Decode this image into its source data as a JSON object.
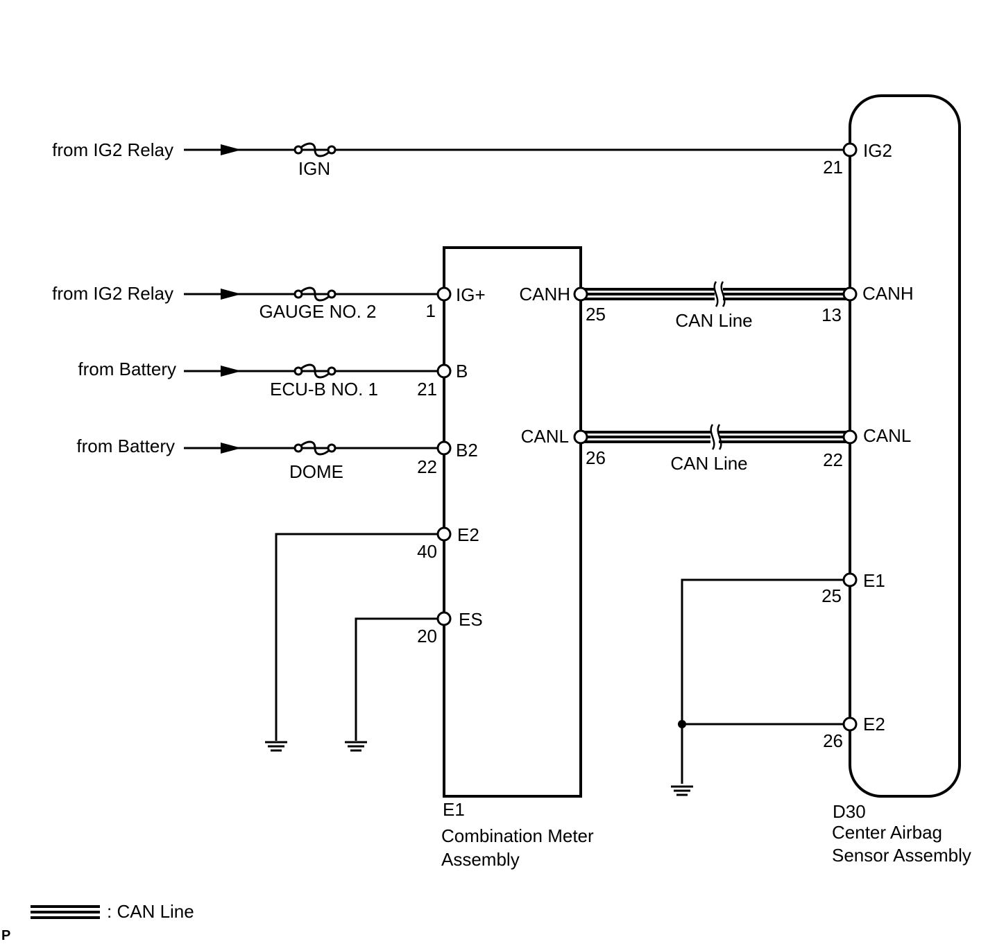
{
  "inputs": [
    {
      "source": "from IG2 Relay",
      "fuse": "IGN"
    },
    {
      "source": "from IG2 Relay",
      "fuse": "GAUGE NO. 2"
    },
    {
      "source": "from Battery",
      "fuse": "ECU-B NO. 1"
    },
    {
      "source": "from Battery",
      "fuse": "DOME"
    }
  ],
  "e1": {
    "connector": "E1",
    "name_line1": "Combination Meter",
    "name_line2": "Assembly",
    "pins": [
      {
        "name": "IG+",
        "number": "1"
      },
      {
        "name": "B",
        "number": "21"
      },
      {
        "name": "B2",
        "number": "22"
      },
      {
        "name": "E2",
        "number": "40"
      },
      {
        "name": "ES",
        "number": "20"
      },
      {
        "name": "CANH",
        "number": "25"
      },
      {
        "name": "CANL",
        "number": "26"
      }
    ]
  },
  "d30": {
    "connector": "D30",
    "name_line1": "Center Airbag",
    "name_line2": "Sensor Assembly",
    "pins": [
      {
        "name": "IG2",
        "number": "21"
      },
      {
        "name": "CANH",
        "number": "13"
      },
      {
        "name": "CANL",
        "number": "22"
      },
      {
        "name": "E1",
        "number": "25"
      },
      {
        "name": "E2",
        "number": "26"
      }
    ]
  },
  "can_lines": [
    "CAN Line",
    "CAN Line"
  ],
  "legend": {
    "label": ": CAN Line"
  },
  "footer_mark": "P"
}
